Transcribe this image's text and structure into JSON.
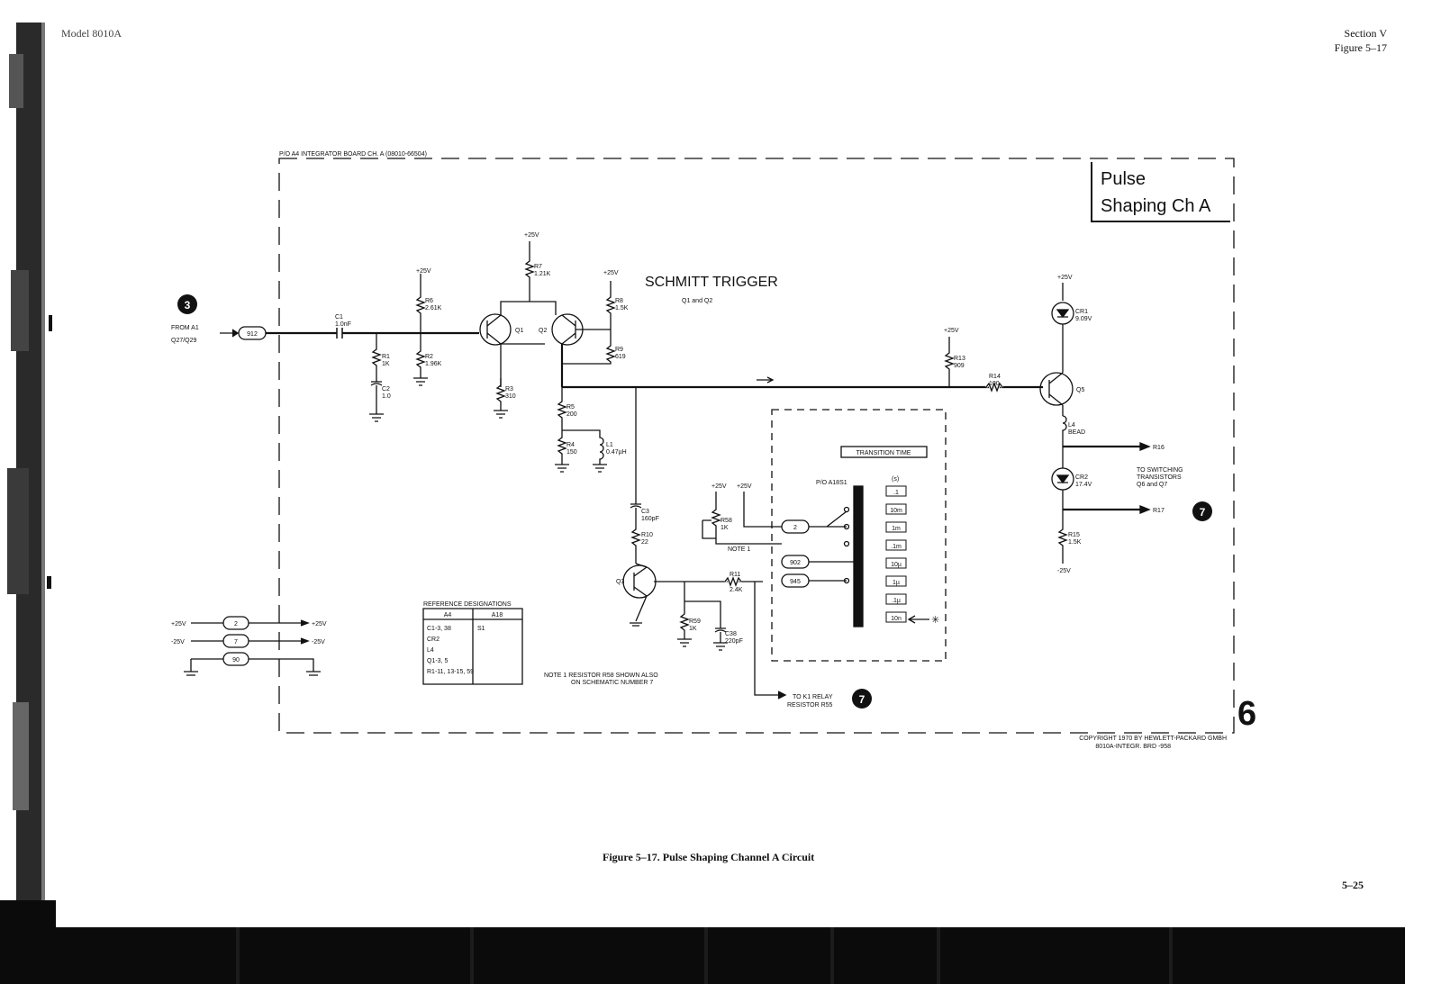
{
  "page": {
    "model": "Model 8010A",
    "section": "Section V",
    "figure_ref": "Figure 5–17",
    "caption": "Figure 5–17.   Pulse Shaping Channel A Circuit",
    "page_number": "5–25",
    "tab_number": "6"
  },
  "schematic": {
    "board_label": "P/O A4 INTEGRATOR BOARD CH. A (08010-66504)",
    "title_line1": "Pulse",
    "title_line2": "Shaping Ch A",
    "schmitt_title": "SCHMITT TRIGGER",
    "schmitt_sub": "Q1 and Q2",
    "input": {
      "marker": "3",
      "label1": "FROM A1",
      "label2": "Q27/Q29",
      "connector": "912"
    },
    "rails": {
      "pos": "+25V",
      "neg": "-25V",
      "c2": "2",
      "c7": "7",
      "c90": "90"
    },
    "components": {
      "c1": "C1",
      "c1v": "1.0nF",
      "r1": "R1",
      "r1v": "1K",
      "c2": "C2",
      "c2v": "1.0",
      "r6": "R6",
      "r6v": "2.61K",
      "r2": "R2",
      "r2v": "1.96K",
      "q1": "Q1",
      "q2": "Q2",
      "r7": "R7",
      "r7v": "1.21K",
      "r8": "R8",
      "r8v": "1.5K",
      "r9": "R9",
      "r9v": "619",
      "r3": "R3",
      "r3v": "310",
      "r5": "R5",
      "r5v": "200",
      "r4": "R4",
      "r4v": "150",
      "l1": "L1",
      "l1v": "0.47µH",
      "c3": "C3",
      "c3v": "160pF",
      "r10": "R10",
      "r10v": "22",
      "q3": "Q3",
      "r59": "R59",
      "r59v": "1K",
      "c38": "C38",
      "c38v": "220pF",
      "r11": "R11",
      "r11v": "2.4K",
      "r58": "R58",
      "r58v": "1K",
      "note1": "NOTE 1",
      "r13": "R13",
      "r13v": "909",
      "r14": "R14",
      "r14v": "100",
      "q5": "Q5",
      "cr1": "CR1",
      "cr1v": "9.09V",
      "l4": "L4",
      "l4v": "BEAD",
      "cr2": "CR2",
      "cr2v": "17.4V",
      "r15": "R15",
      "r15v": "1.5K"
    },
    "outputs": {
      "r16": "R16",
      "r17": "R17",
      "marker7": "7",
      "switching1": "TO SWITCHING",
      "switching2": "TRANSISTORS",
      "switching3": "Q6 and Q7",
      "relay1": "TO K1 RELAY",
      "relay2": "RESISTOR R55"
    },
    "switch": {
      "title": "TRANSITION TIME",
      "part": "P/O A18S1",
      "unit": "(s)",
      "positions": [
        ".1",
        "10m",
        "1m",
        ".1m",
        "10µ",
        "1µ",
        ".1µ",
        "10n"
      ],
      "conn2": "2",
      "conn902": "902",
      "conn945": "945",
      "star": "✳"
    },
    "refdes": {
      "title": "REFERENCE DESIGNATIONS",
      "headers": [
        "A4",
        "A18"
      ],
      "rows": [
        [
          "C1-3, 38",
          "S1"
        ],
        [
          "CR2",
          ""
        ],
        [
          "L4",
          ""
        ],
        [
          "Q1-3, 5",
          ""
        ],
        [
          "R1-11, 13-15, 59",
          ""
        ]
      ]
    },
    "note_text1": "NOTE 1  RESISTOR R58 SHOWN ALSO",
    "note_text2": "ON SCHEMATIC NUMBER 7",
    "copyright1": "COPYRIGHT 1970 BY HEWLETT-PACKARD GMBH",
    "copyright2": "8010A-INTEGR. BRD -958"
  }
}
